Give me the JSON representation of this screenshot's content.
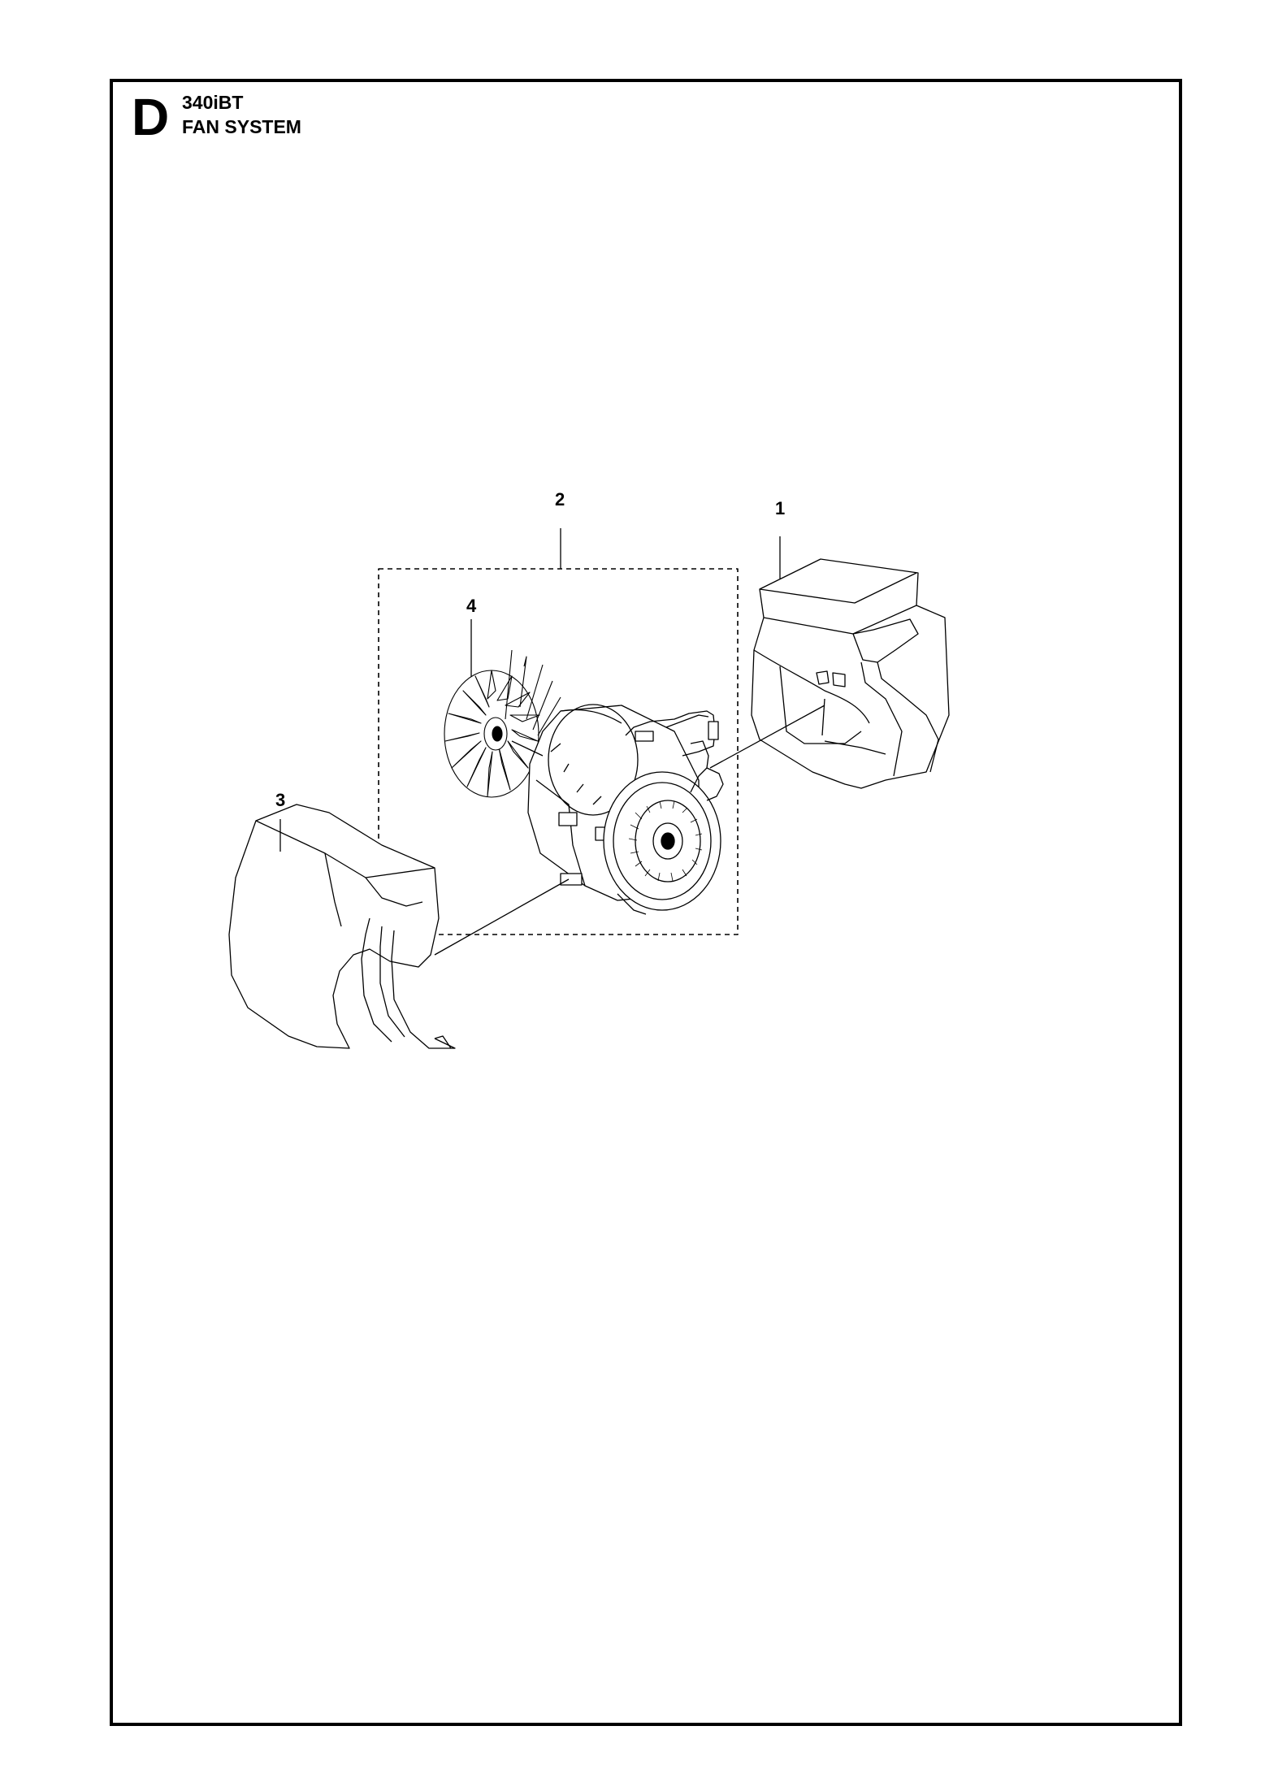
{
  "header": {
    "section_letter": "D",
    "model": "340iBT",
    "title": "FAN SYSTEM"
  },
  "callouts": [
    {
      "id": "1",
      "label": "1"
    },
    {
      "id": "2",
      "label": "2"
    },
    {
      "id": "3",
      "label": "3"
    },
    {
      "id": "4",
      "label": "4"
    }
  ]
}
